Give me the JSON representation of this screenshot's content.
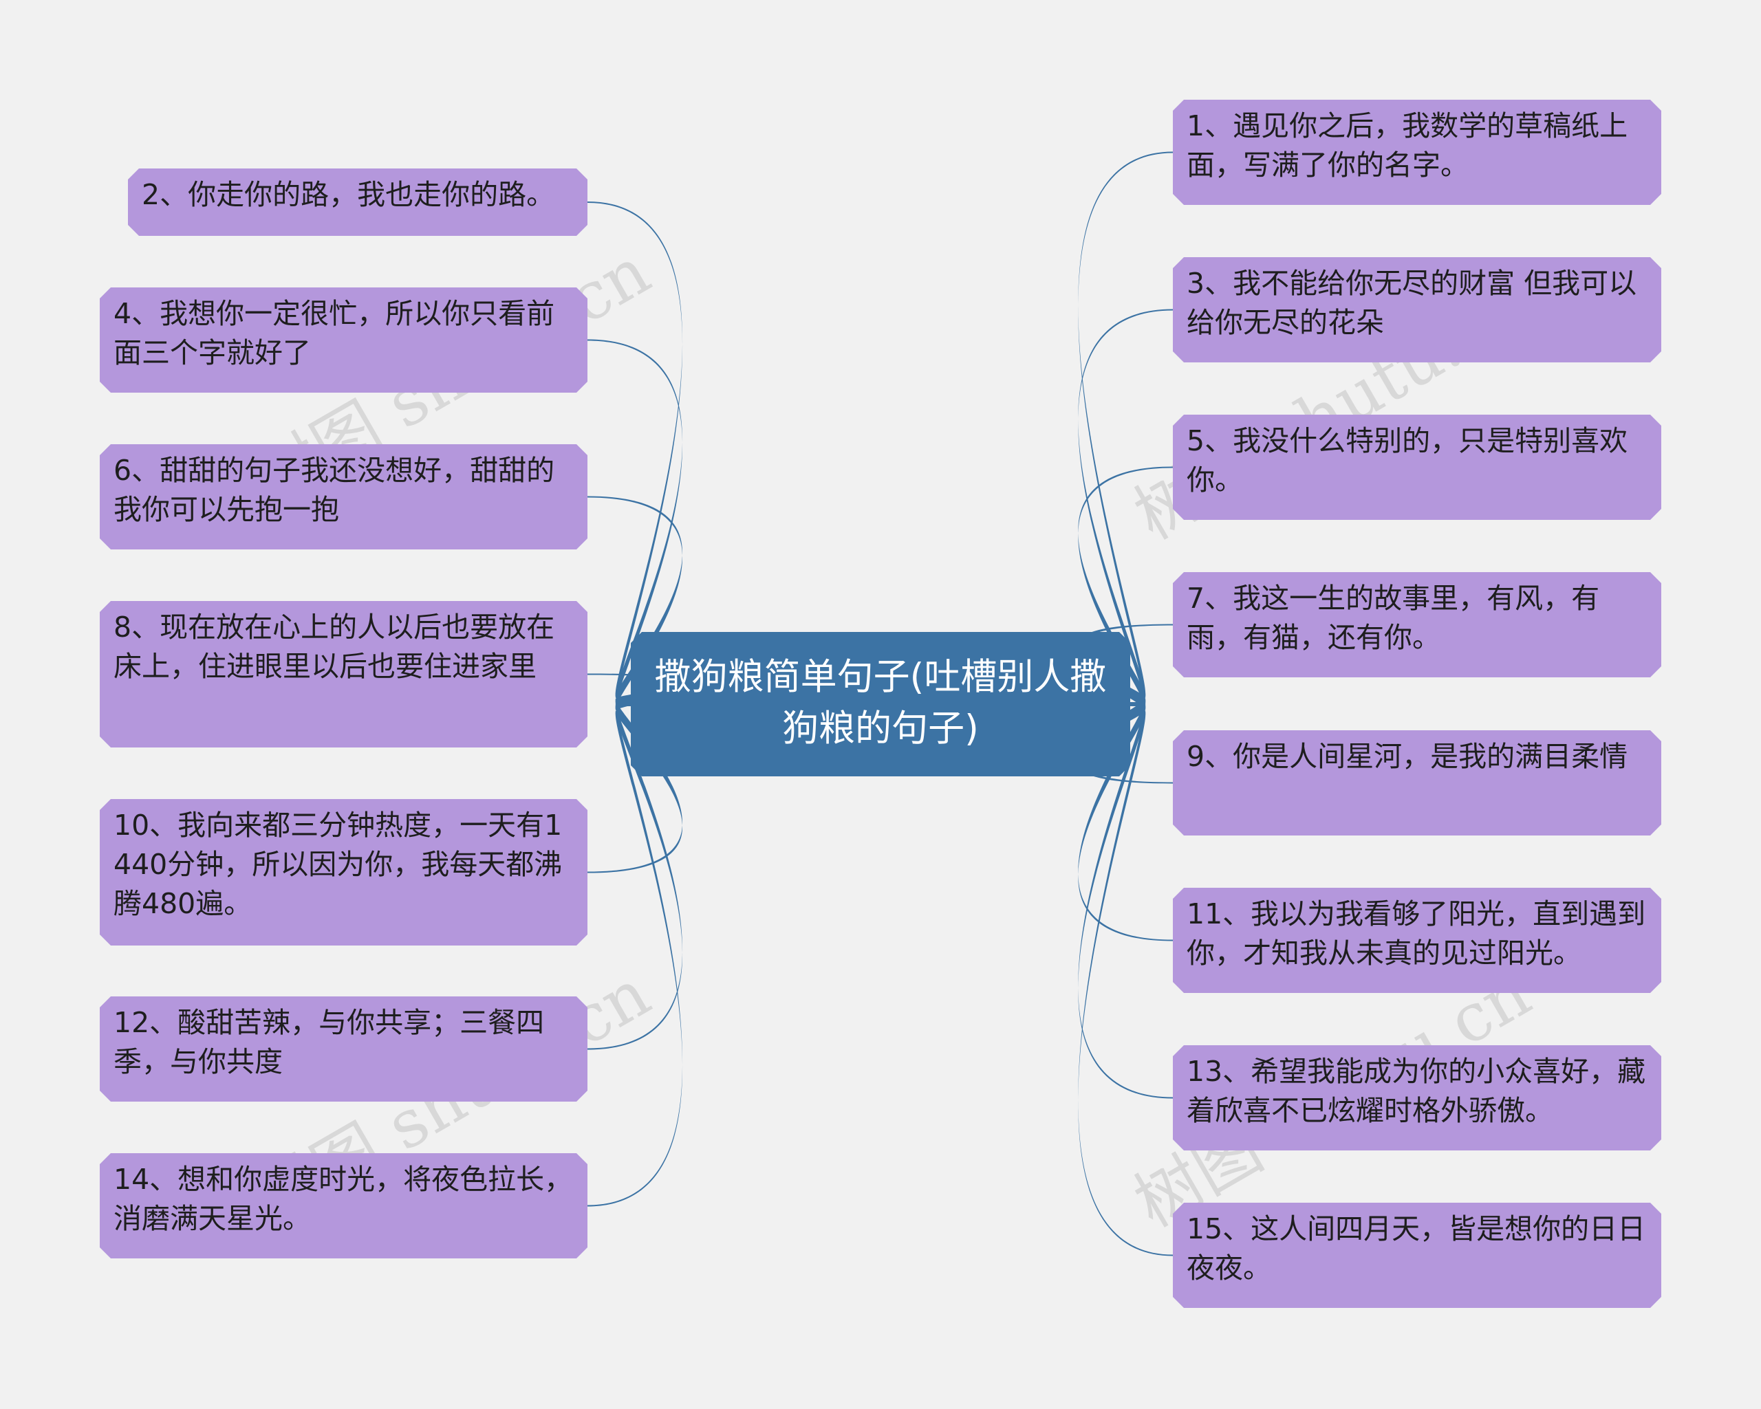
{
  "center": {
    "text": "撒狗粮简单句子(吐槽别人撒狗粮的句子)"
  },
  "left_branches": [
    {
      "text": "2、你走你的路，我也走你的路。"
    },
    {
      "text": "4、我想你一定很忙，所以你只看前面三个字就好了"
    },
    {
      "text": "6、甜甜的句子我还没想好，甜甜的我你可以先抱一抱"
    },
    {
      "text": "8、现在放在心上的人以后也要放在床上，住进眼里以后也要住进家里"
    },
    {
      "text": "10、我向来都三分钟热度，一天有1440分钟，所以因为你，我每天都沸腾480遍。"
    },
    {
      "text": "12、酸甜苦辣，与你共享；三餐四季，与你共度"
    },
    {
      "text": "14、想和你虚度时光，将夜色拉长，消磨满天星光。"
    }
  ],
  "right_branches": [
    {
      "text": "1、遇见你之后，我数学的草稿纸上面，写满了你的名字。"
    },
    {
      "text": "3、我不能给你无尽的财富 但我可以给你无尽的花朵"
    },
    {
      "text": "5、我没什么特别的，只是特别喜欢你。"
    },
    {
      "text": "7、我这一生的故事里，有风，有雨，有猫，还有你。"
    },
    {
      "text": "9、你是人间星河，是我的满目柔情"
    },
    {
      "text": "11、我以为我看够了阳光，直到遇到你，才知我从未真的见过阳光。"
    },
    {
      "text": "13、希望我能成为你的小众喜好，藏着欣喜不已炫耀时格外骄傲。"
    },
    {
      "text": "15、这人间四月天，皆是想你的日日夜夜。"
    }
  ],
  "watermark": "树图 shutu.cn",
  "colors": {
    "background": "#f1f1f1",
    "center_fill": "#3c73a4",
    "branch_fill": "#b497dc",
    "connector": "#3c73a4"
  }
}
